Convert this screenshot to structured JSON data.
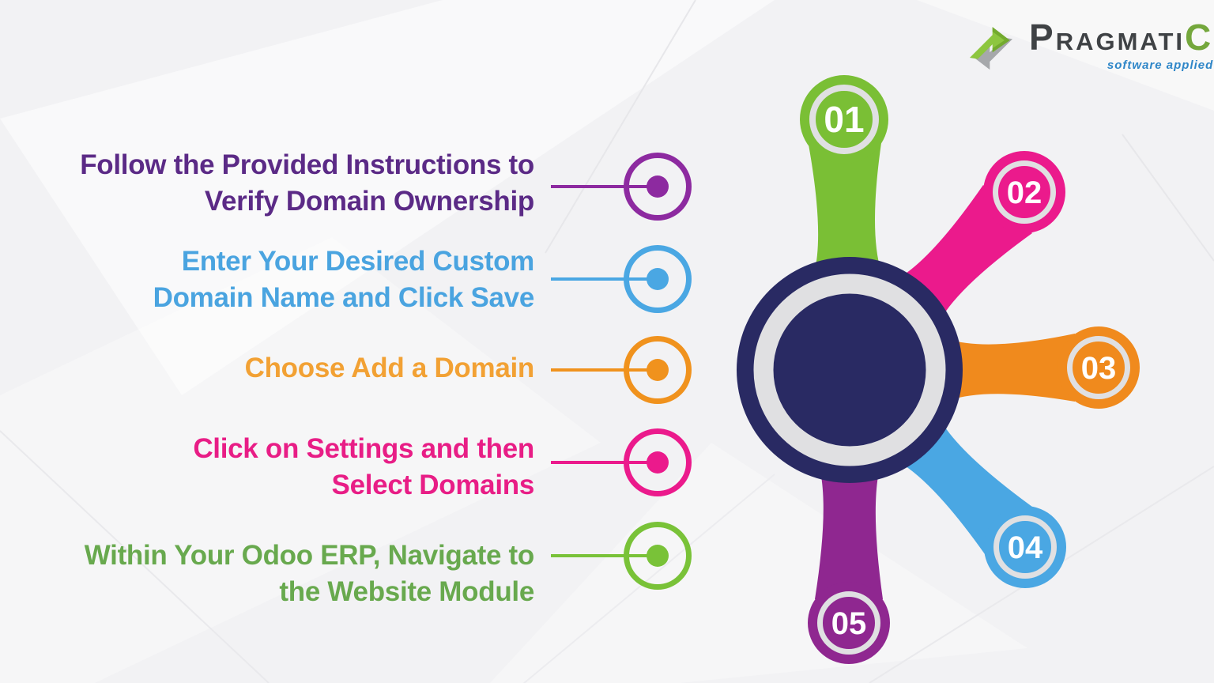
{
  "brand": {
    "name_first": "P",
    "name_mid": "RAGMATI",
    "name_last": "C",
    "tagline": "software applied",
    "text_color": "#3f4245",
    "green": "#74a73c",
    "tagline_color": "#2e86c8",
    "icon_green": "#8dc63f",
    "icon_gray": "#a6a8ab"
  },
  "theme": {
    "background": "#f2f2f4",
    "hub_color": "#292a63",
    "ring_color": "#e0e0e2",
    "number_color": "#ffffff"
  },
  "steps": [
    {
      "number": "01",
      "node_color": "#7abf35",
      "text_color": "#68a94e",
      "bullet_color": "#79c238",
      "label_line1": "Within Your Odoo ERP, Navigate to",
      "label_line2": "the Website Module"
    },
    {
      "number": "02",
      "node_color": "#eb1a8c",
      "text_color": "#e81d86",
      "bullet_color": "#eb1a8c",
      "label_line1": "Click on Settings and then",
      "label_line2": "Select Domains"
    },
    {
      "number": "03",
      "node_color": "#f08a1d",
      "text_color": "#f2a134",
      "bullet_color": "#f0921d",
      "label_line1": "Choose Add a Domain",
      "label_line2": ""
    },
    {
      "number": "04",
      "node_color": "#4aa7e3",
      "text_color": "#4aa4e0",
      "bullet_color": "#4aa7e3",
      "label_line1": "Enter Your Desired Custom",
      "label_line2": "Domain Name and Click Save"
    },
    {
      "number": "05",
      "node_color": "#8f2790",
      "text_color": "#5b2a86",
      "bullet_color": "#8d2aa0",
      "label_line1": "Follow the Provided Instructions to",
      "label_line2": "Verify Domain Ownership"
    }
  ]
}
